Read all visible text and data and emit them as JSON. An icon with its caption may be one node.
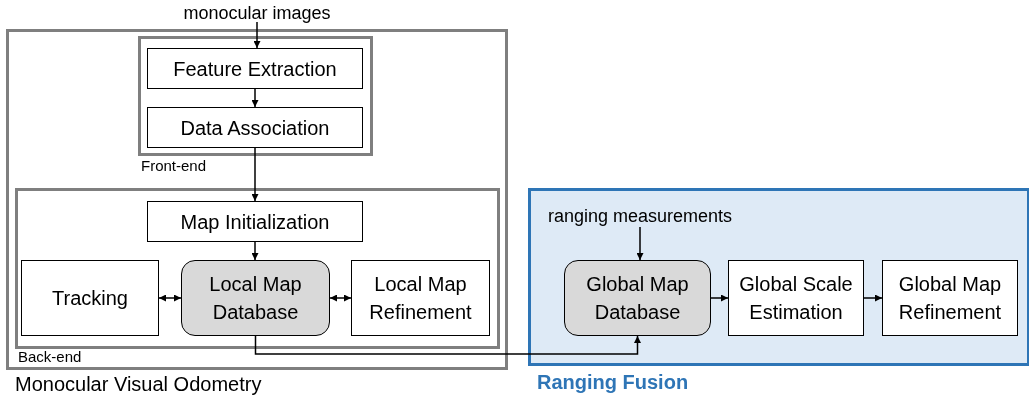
{
  "diagram": {
    "nodes": [
      {
        "text": [
          "monocular images"
        ]
      },
      {
        "text": [
          "Monocular Visual Odometry"
        ]
      },
      {
        "text": [
          "Front-end"
        ],
        "in": 1
      },
      {
        "text": [
          "Feature Extraction"
        ],
        "in": 2
      },
      {
        "text": [
          "Data Association"
        ],
        "in": 2
      },
      {
        "text": [
          "Back-end"
        ],
        "in": 1
      },
      {
        "text": [
          "Map Initialization"
        ],
        "in": 5
      },
      {
        "text": [
          "Tracking"
        ],
        "in": 5
      },
      {
        "text": [
          "Local Map Database"
        ],
        "in": 5
      },
      {
        "text": [
          "Local Map Refinement"
        ],
        "in": 5
      },
      {
        "text": [
          "Ranging Fusion"
        ]
      },
      {
        "text": [
          "ranging measurements"
        ],
        "in": 10
      },
      {
        "text": [
          "Global Map Database"
        ],
        "in": 10
      },
      {
        "text": [
          "Global Scale Estimation"
        ],
        "in": 10
      },
      {
        "text": [
          "Global Map Refinement"
        ],
        "in": 10
      }
    ],
    "edges": [
      {
        "from": 0,
        "to": 3,
        "arrow": "to"
      },
      {
        "from": 3,
        "to": 4,
        "arrow": "to"
      },
      {
        "from": 4,
        "to": 6,
        "arrow": "to"
      },
      {
        "from": 6,
        "to": 8,
        "arrow": "to"
      },
      {
        "from": 7,
        "to": 8,
        "arrow": "both"
      },
      {
        "from": 8,
        "to": 9,
        "arrow": "both"
      },
      {
        "from": 8,
        "to": 12,
        "arrow": "to"
      },
      {
        "from": 11,
        "to": 12,
        "arrow": "to"
      },
      {
        "from": 12,
        "to": 13,
        "arrow": "to"
      },
      {
        "from": 13,
        "to": 14,
        "arrow": "to"
      }
    ]
  }
}
